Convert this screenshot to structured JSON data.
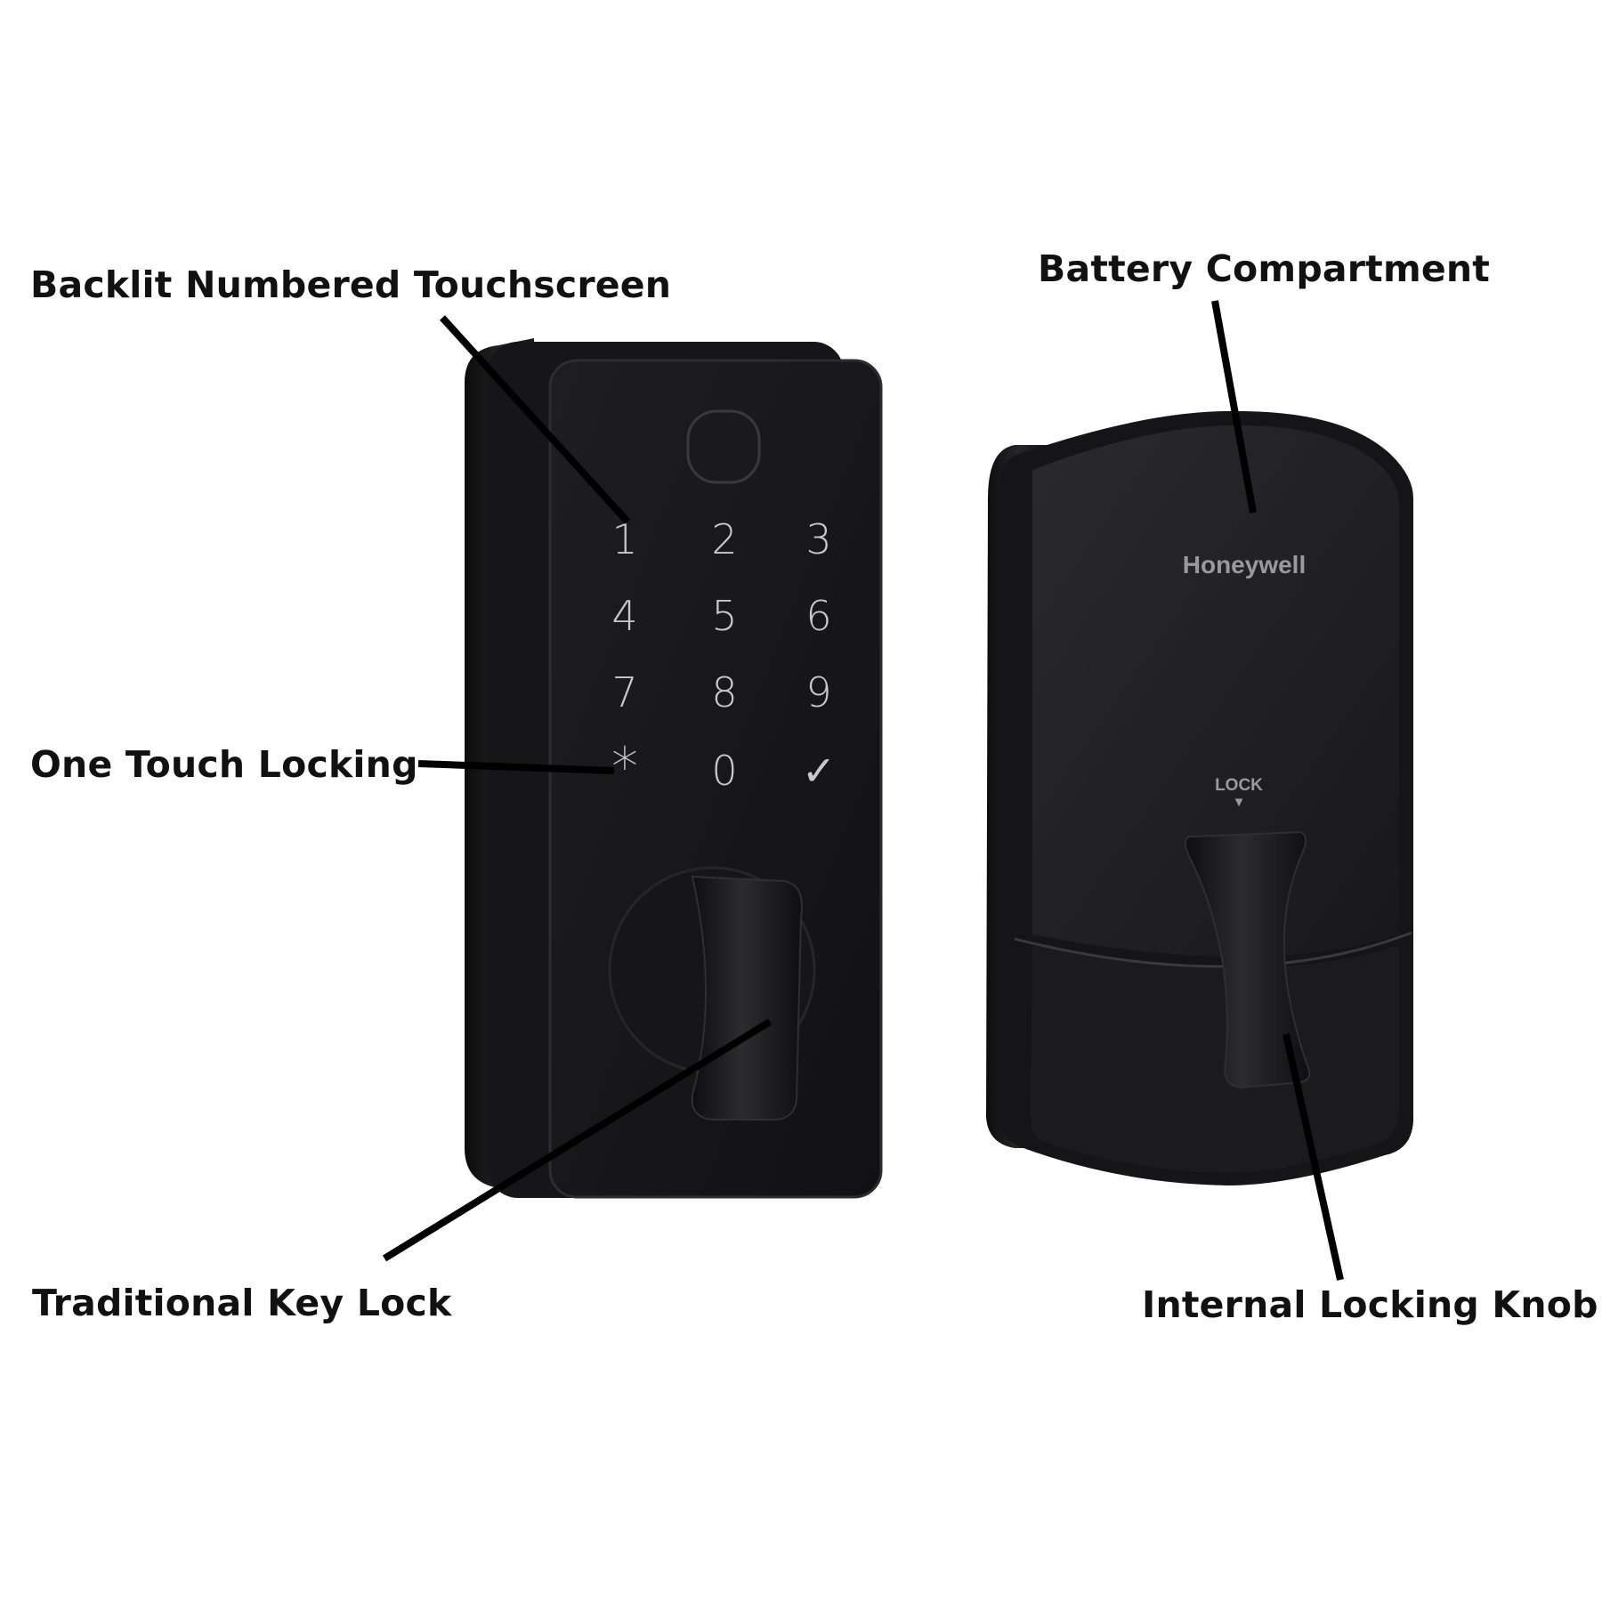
{
  "labels": {
    "touchscreen": "Backlit Numbered Touchscreen",
    "battery": "Battery Compartment",
    "one_touch": "One Touch Locking",
    "key_lock": "Traditional Key Lock",
    "knob": "Internal Locking Knob"
  },
  "keypad": {
    "keys": [
      "1",
      "2",
      "3",
      "4",
      "5",
      "6",
      "7",
      "8",
      "9",
      "*",
      "0",
      "✓"
    ]
  },
  "interior": {
    "brand": "Honeywell",
    "lock_label": "LOCK",
    "lock_arrow": "▼"
  },
  "colors": {
    "device_body": "#1c1c1e",
    "device_face": "#141416",
    "leader_line": "#000000",
    "label_text": "#111111"
  }
}
